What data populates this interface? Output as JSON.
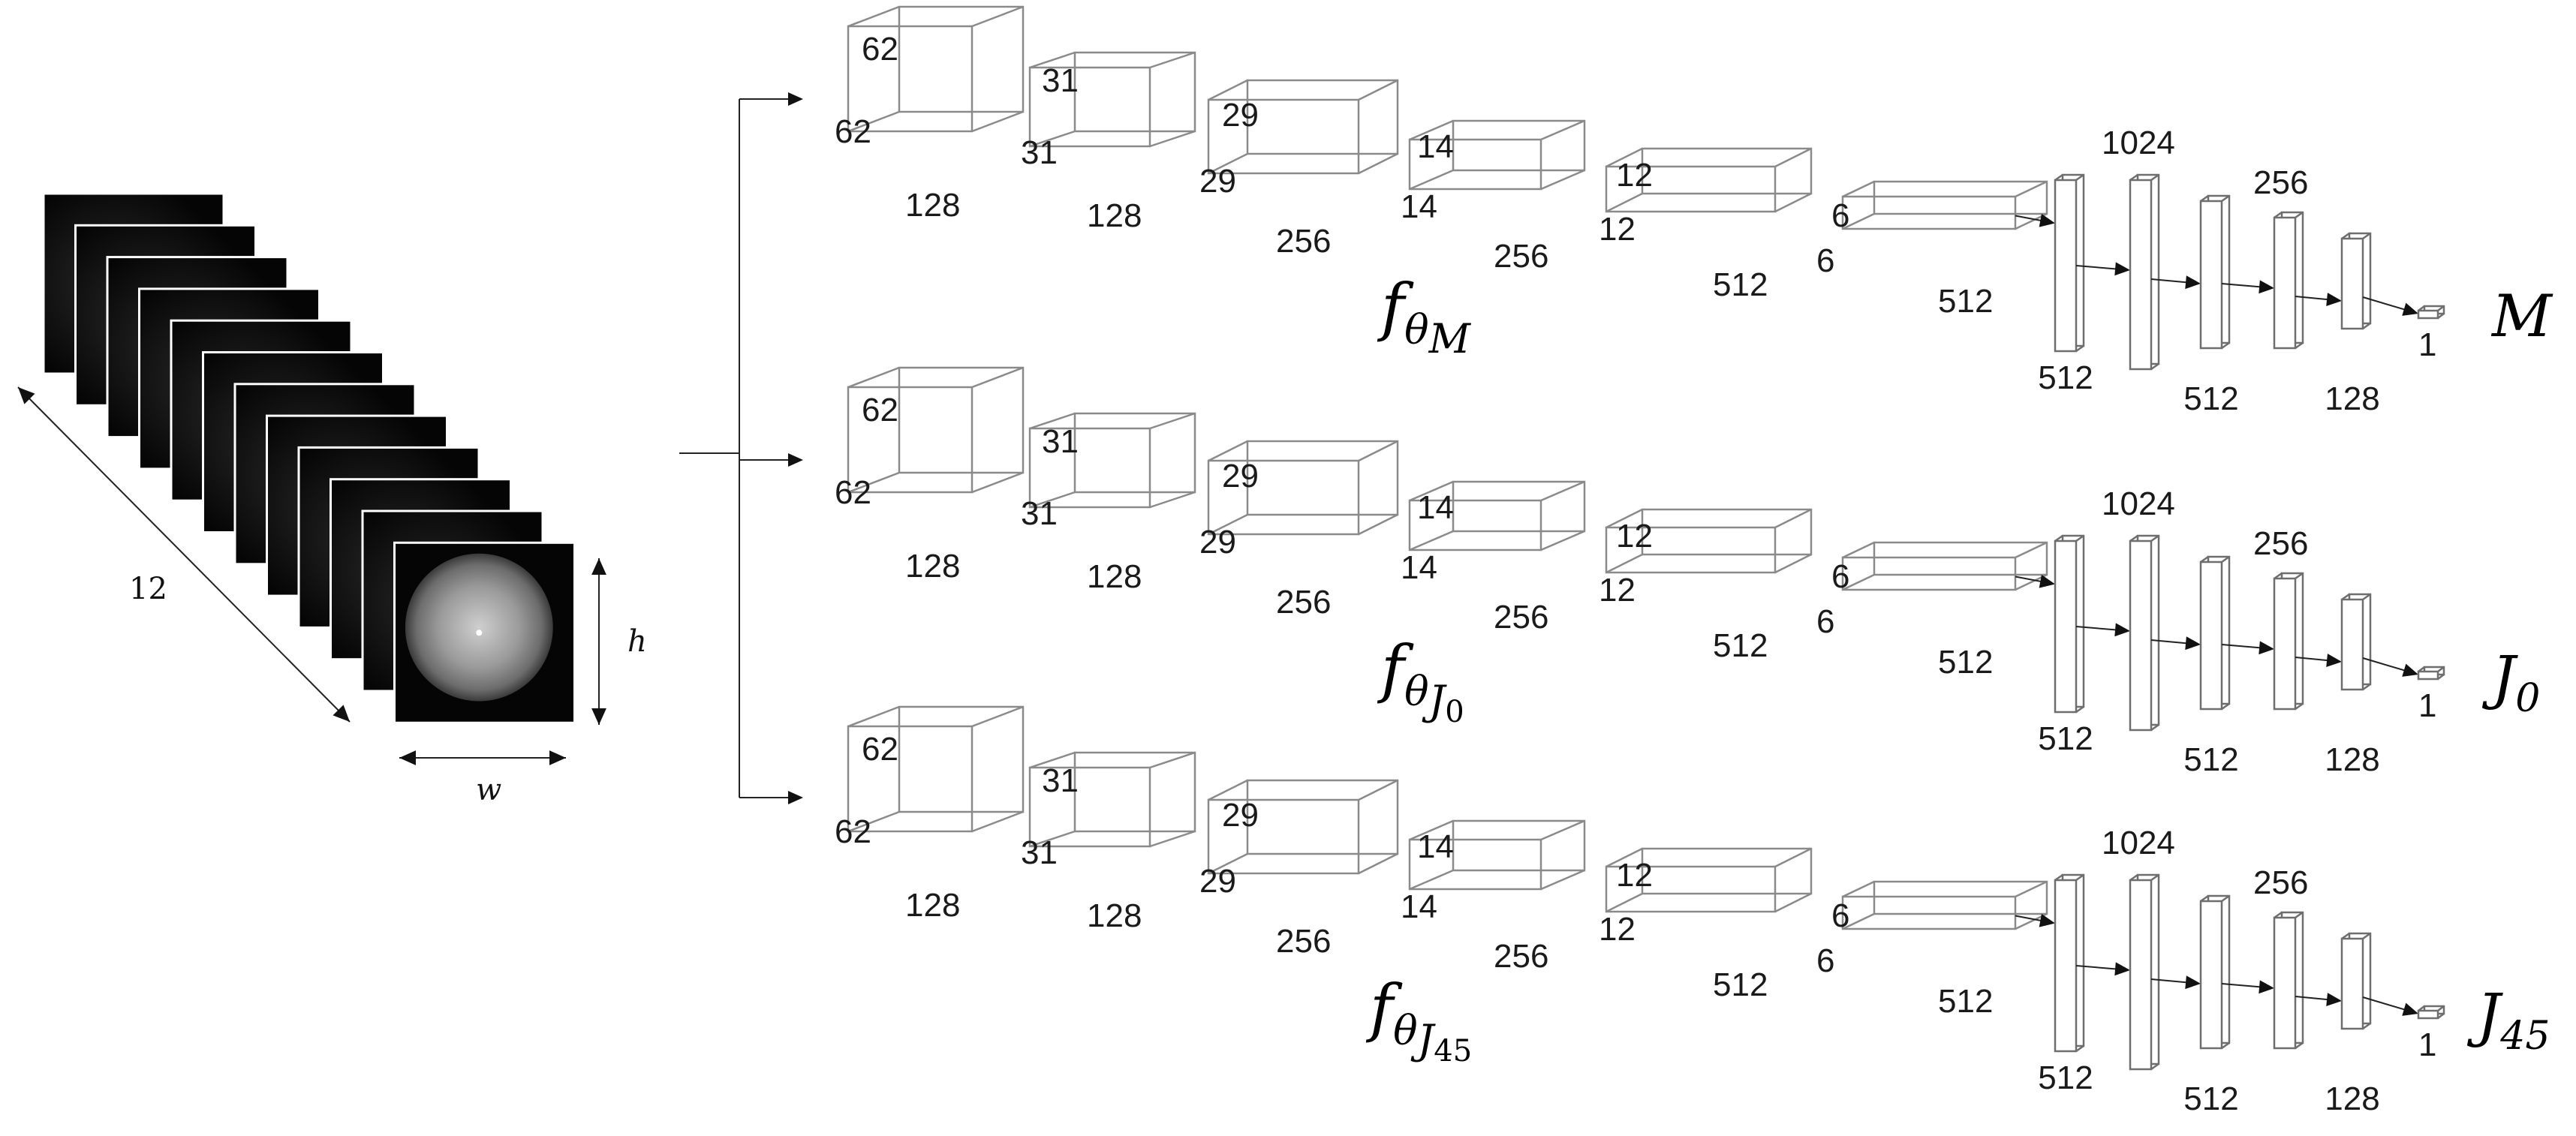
{
  "input_stack": {
    "count_label": "12",
    "height_label": "h",
    "width_label": "w",
    "frame_count": 12
  },
  "branches": [
    {
      "conv_dims": [
        {
          "top": "62",
          "side": "62",
          "bottom": "128"
        },
        {
          "top": "31",
          "side": "31",
          "bottom": "128"
        },
        {
          "top": "29",
          "side": "29",
          "bottom": "256"
        },
        {
          "top": "14",
          "side": "14",
          "bottom": "256"
        },
        {
          "top": "12",
          "side": "12",
          "bottom": "512"
        },
        {
          "top": "6",
          "side": "6",
          "bottom": "512"
        }
      ],
      "dense_labels": [
        "512",
        "1024",
        "512",
        "256",
        "128"
      ],
      "final_label": "1",
      "function_symbol": "f",
      "function_sub": "θ",
      "function_subsub_main": "M",
      "function_subsub_index": "",
      "output_main": "M",
      "output_sub": ""
    },
    {
      "conv_dims": [
        {
          "top": "62",
          "side": "62",
          "bottom": "128"
        },
        {
          "top": "31",
          "side": "31",
          "bottom": "128"
        },
        {
          "top": "29",
          "side": "29",
          "bottom": "256"
        },
        {
          "top": "14",
          "side": "14",
          "bottom": "256"
        },
        {
          "top": "12",
          "side": "12",
          "bottom": "512"
        },
        {
          "top": "6",
          "side": "6",
          "bottom": "512"
        }
      ],
      "dense_labels": [
        "512",
        "1024",
        "512",
        "256",
        "128"
      ],
      "final_label": "1",
      "function_symbol": "f",
      "function_sub": "θ",
      "function_subsub_main": "J",
      "function_subsub_index": "0",
      "output_main": "J",
      "output_sub": "0"
    },
    {
      "conv_dims": [
        {
          "top": "62",
          "side": "62",
          "bottom": "128"
        },
        {
          "top": "31",
          "side": "31",
          "bottom": "128"
        },
        {
          "top": "29",
          "side": "29",
          "bottom": "256"
        },
        {
          "top": "14",
          "side": "14",
          "bottom": "256"
        },
        {
          "top": "12",
          "side": "12",
          "bottom": "512"
        },
        {
          "top": "6",
          "side": "6",
          "bottom": "512"
        }
      ],
      "dense_labels": [
        "512",
        "1024",
        "512",
        "256",
        "128"
      ],
      "final_label": "1",
      "function_symbol": "f",
      "function_sub": "θ",
      "function_subsub_main": "J",
      "function_subsub_index": "45",
      "output_main": "J",
      "output_sub": "45"
    }
  ]
}
